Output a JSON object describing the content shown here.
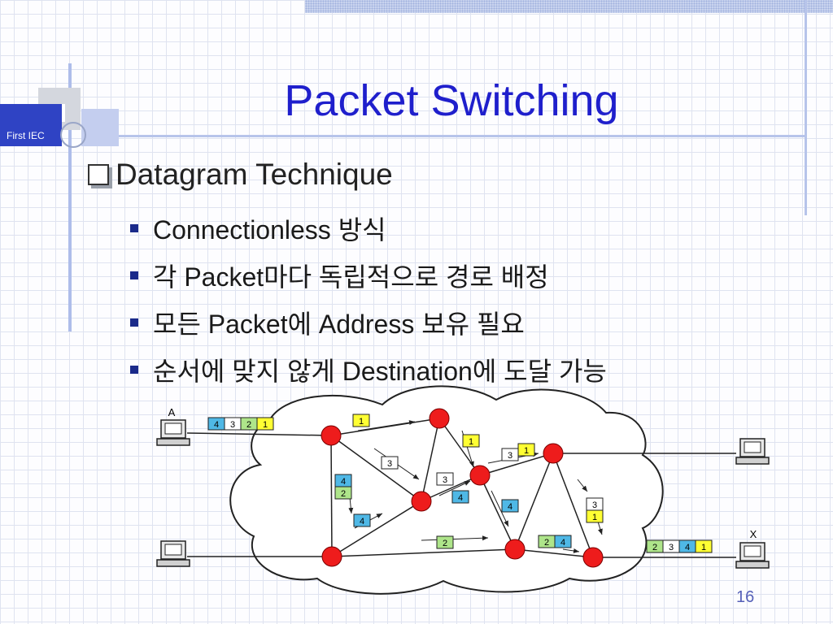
{
  "slide": {
    "logo_text": "First  IEC",
    "title": "Packet Switching",
    "main_bullet": "Datagram Technique",
    "sub_bullets": [
      "Connectionless 방식",
      "각 Packet마다 독립적으로 경로 배정",
      "모든 Packet에 Address 보유 필요",
      "순서에 맞지 않게 Destination에 도달 가능"
    ],
    "page_number": "16"
  },
  "diagram": {
    "host_labels": {
      "source": "A",
      "dest": "X"
    },
    "source_queue": [
      "4",
      "3",
      "2",
      "1"
    ],
    "dest_queue": [
      "2",
      "3",
      "4",
      "1"
    ],
    "in_transit_packets": [
      "1",
      "1",
      "3",
      "1",
      "3",
      "3",
      "4",
      "2",
      "4",
      "4",
      "4",
      "3",
      "1",
      "2",
      "2",
      "4"
    ],
    "colors": {
      "node": "#ee1c1c",
      "packet_1": "#ffff33",
      "packet_2": "#aee58a",
      "packet_3": "#ffffff",
      "packet_4": "#4fb8e6"
    }
  }
}
